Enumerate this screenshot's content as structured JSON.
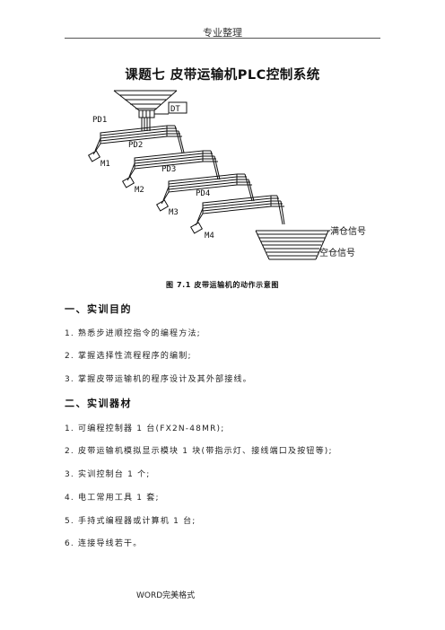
{
  "header": {
    "text": "专业整理"
  },
  "title": "课题七  皮带运输机PLC控制系统",
  "figure": {
    "labels": {
      "dt": "DT",
      "pd1": "PD1",
      "pd2": "PD2",
      "pd3": "PD3",
      "pd4": "PD4",
      "m1": "M1",
      "m2": "M2",
      "m3": "M3",
      "m4": "M4",
      "full": "满仓信号",
      "empty": "空仓信号"
    },
    "caption": "图 7.1  皮带运输机的动作示意图"
  },
  "section1": {
    "heading": "一、实训目的",
    "items": [
      "1. 熟悉步进顺控指令的编程方法;",
      "2. 掌握选择性流程程序的编制;",
      "3. 掌握皮带运输机的程序设计及其外部接线。"
    ]
  },
  "section2": {
    "heading": "二、实训器材",
    "items": [
      "1. 可编程控制器 1 台(FX2N-48MR);",
      "2. 皮带运输机模拟显示模块 1 块(带指示灯、接线端口及按钮等);",
      "3. 实训控制台 1 个;",
      "4. 电工常用工具 1 套;",
      "5. 手持式编程器或计算机 1 台;",
      "6. 连接导线若干。"
    ]
  },
  "footer": {
    "text": "WORD完美格式"
  }
}
